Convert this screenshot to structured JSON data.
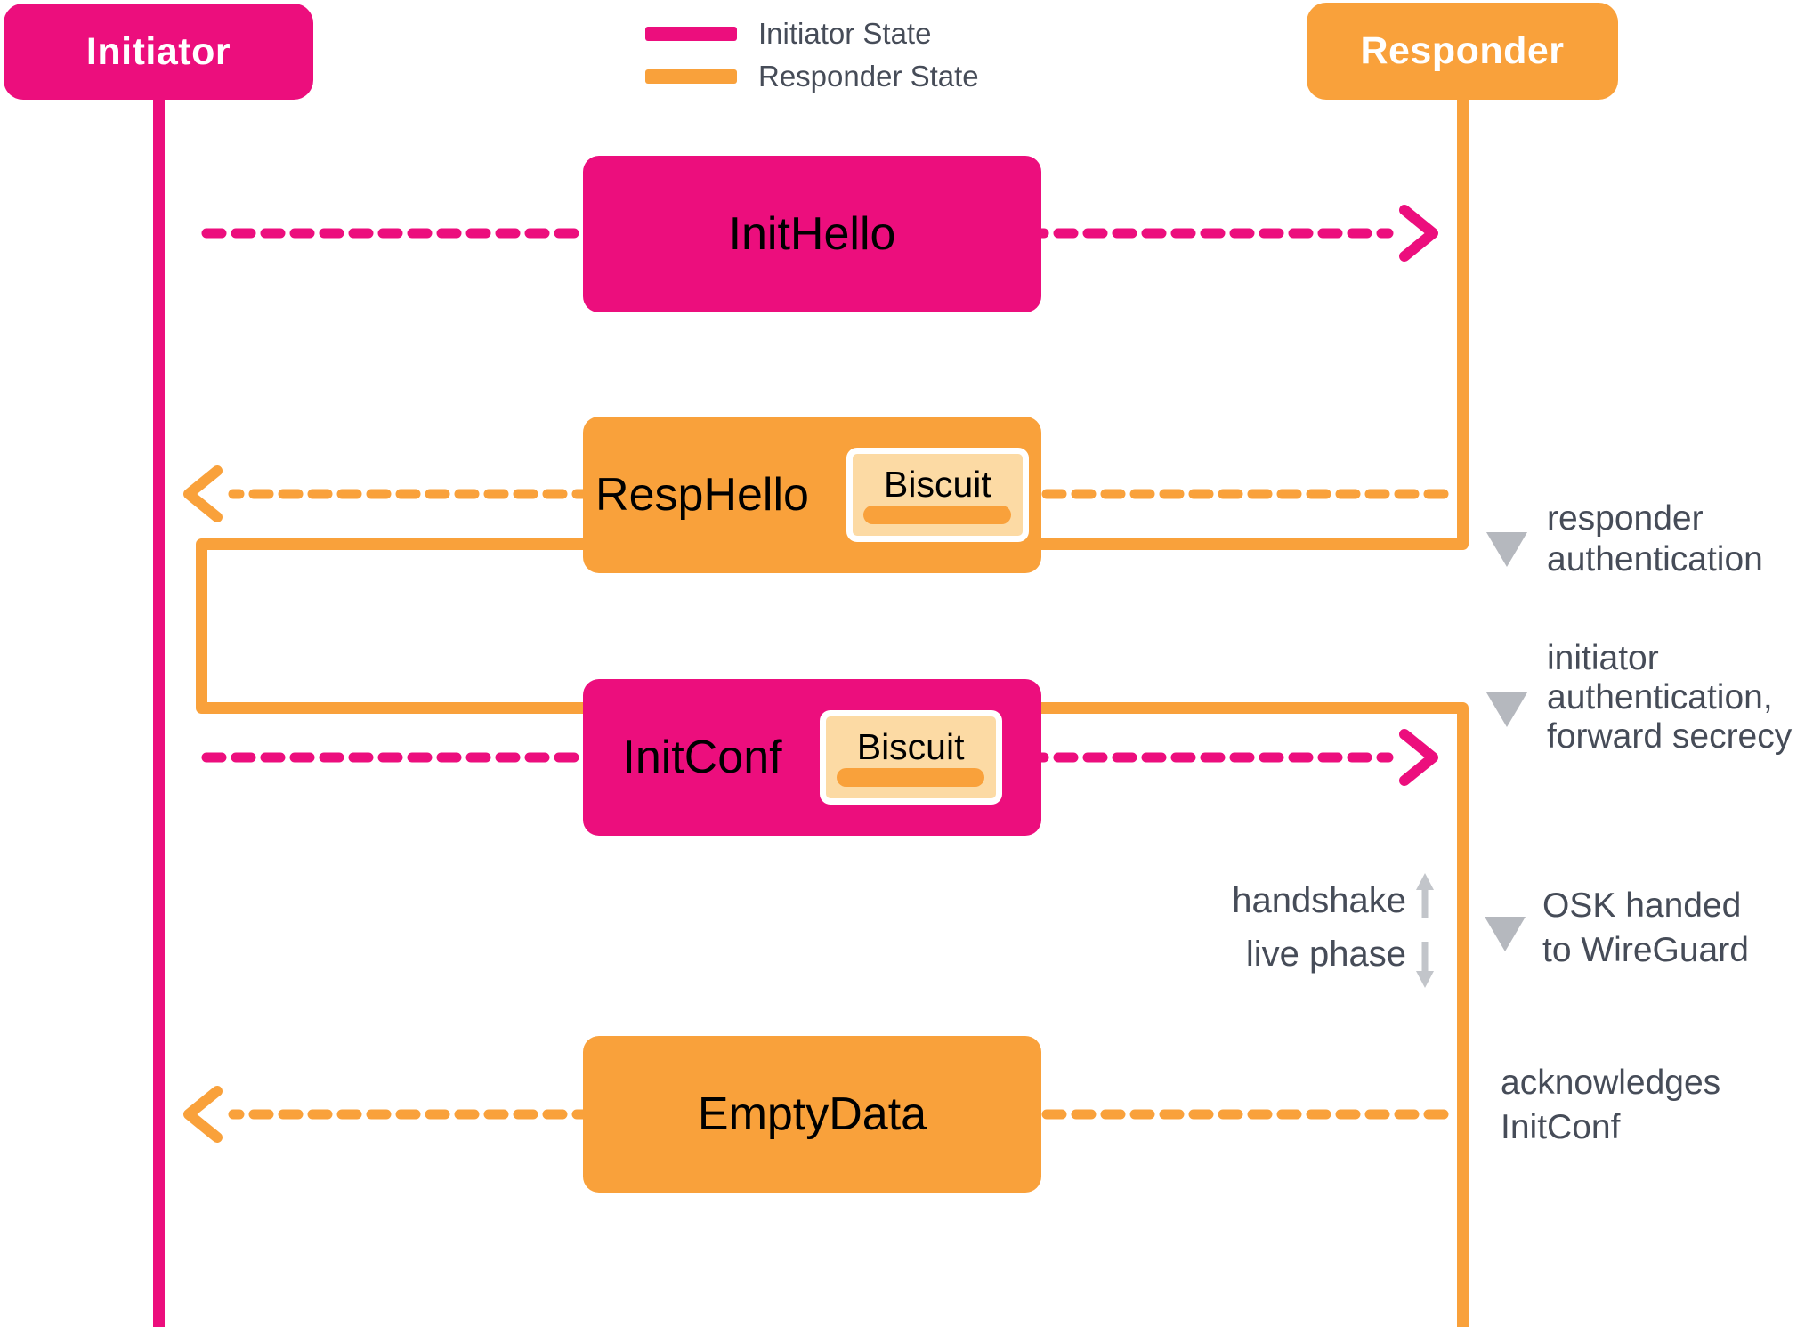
{
  "colors": {
    "initiator_pink": "#EC0E7D",
    "responder_orange": "#F9A13B",
    "biscuit_fill": "#FCDAA4",
    "biscuit_border": "#FFFFFF",
    "annotation_text": "#464C58",
    "marker_gray": "#B5B8BE",
    "phase_arrow_gray": "#C2C5CA"
  },
  "entities": {
    "initiator": {
      "label": "Initiator"
    },
    "responder": {
      "label": "Responder"
    }
  },
  "legend": {
    "items": [
      {
        "label": "Initiator State",
        "color": "#EC0E7D"
      },
      {
        "label": "Responder State",
        "color": "#F9A13B"
      }
    ]
  },
  "messages": [
    {
      "id": "init-hello",
      "label": "InitHello",
      "from": "initiator",
      "to": "responder",
      "biscuit": null
    },
    {
      "id": "resp-hello",
      "label": "RespHello",
      "from": "responder",
      "to": "initiator",
      "biscuit": "Biscuit"
    },
    {
      "id": "init-conf",
      "label": "InitConf",
      "from": "initiator",
      "to": "responder",
      "biscuit": "Biscuit"
    },
    {
      "id": "empty-data",
      "label": "EmptyData",
      "from": "responder",
      "to": "initiator",
      "biscuit": null
    }
  ],
  "annotations": [
    {
      "id": "responder-authentication",
      "marker": "triangle",
      "lines": [
        "responder",
        "authentication"
      ]
    },
    {
      "id": "initiator-authentication",
      "marker": "triangle",
      "lines": [
        "initiator",
        "authentication,",
        "forward secrecy"
      ]
    },
    {
      "id": "osk-handed",
      "marker": "triangle",
      "lines": [
        "OSK handed",
        "to WireGuard"
      ]
    },
    {
      "id": "acknowledges-initconf",
      "marker": "none",
      "lines": [
        "acknowledges",
        "InitConf"
      ]
    }
  ],
  "phase": {
    "upper": "handshake",
    "lower": "live phase"
  }
}
